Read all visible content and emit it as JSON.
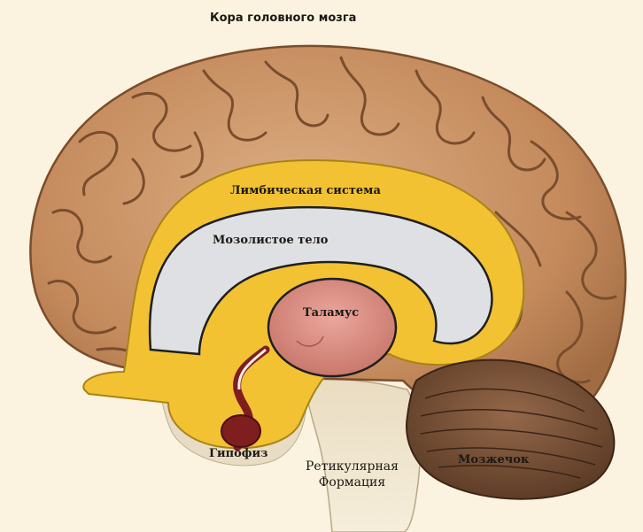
{
  "labels": {
    "cortex": "Кора головного мозга",
    "limbic": "Лимбическая система",
    "corpus_callosum": "Мозолистое тело",
    "thalamus": "Таламус",
    "pituitary": "Гипофиз",
    "reticular_line1": "Ретикулярная",
    "reticular_line2": "Формация",
    "cerebellum": "Мозжечок"
  },
  "colors": {
    "background": "#fbf3df",
    "cortex": "#c79063",
    "cortex_shadow": "#8f5f3a",
    "limbic": "#f2c233",
    "callosum": "#dfe0e3",
    "thalamus": "#d98a7f",
    "pituitary": "#7e1e1f",
    "cerebellum": "#7a5337",
    "brainstem": "#efe4cc"
  }
}
